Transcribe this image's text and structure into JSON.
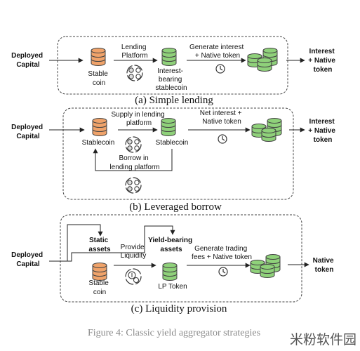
{
  "panel_a": {
    "input": [
      "Deployed",
      "Capital"
    ],
    "coin1": [
      "Stable",
      "coin"
    ],
    "arrow1": [
      "Lending",
      "Platform"
    ],
    "coin2": [
      "Interest-",
      "bearing",
      "stablecoin"
    ],
    "arrow2": [
      "Generate interest",
      "+ Native token"
    ],
    "output": [
      "Interest",
      "+ Native",
      "token"
    ],
    "caption": "(a) Simple lending"
  },
  "panel_b": {
    "input": [
      "Deployed",
      "Capital"
    ],
    "coin1": "Stablecoin",
    "arrow1": [
      "Supply in lending",
      "platform"
    ],
    "coin2": "Stablecoin",
    "loop": [
      "Borrow in",
      "lending platform"
    ],
    "arrow2": [
      "Net interest +",
      "Native token"
    ],
    "output": [
      "Interest",
      "+ Native",
      "token"
    ],
    "caption": "(b) Leveraged borrow"
  },
  "panel_c": {
    "input": [
      "Deployed",
      "Capital"
    ],
    "static_head": [
      "Static",
      "assets"
    ],
    "coin1": [
      "Stable",
      "coin"
    ],
    "arrow1": [
      "Provide",
      "Liquidity"
    ],
    "yield_head": [
      "Yield-bearing",
      "assets"
    ],
    "coin2": "LP Token",
    "arrow2": [
      "Generate trading",
      "fees + Native token"
    ],
    "output": [
      "Native",
      "token"
    ],
    "caption": "(c) Liquidity provision"
  },
  "figure_caption": "Figure 4: Classic yield aggregator strategies",
  "watermark": "米粉软件园",
  "colors": {
    "stable_coin": "#f0a36a",
    "yield_coin": "#8fd17a",
    "frame": "#444444"
  },
  "icons": [
    "coin-stack-icon",
    "exchange-cycle-icon",
    "clock-icon",
    "dollar-cycle-icon"
  ]
}
